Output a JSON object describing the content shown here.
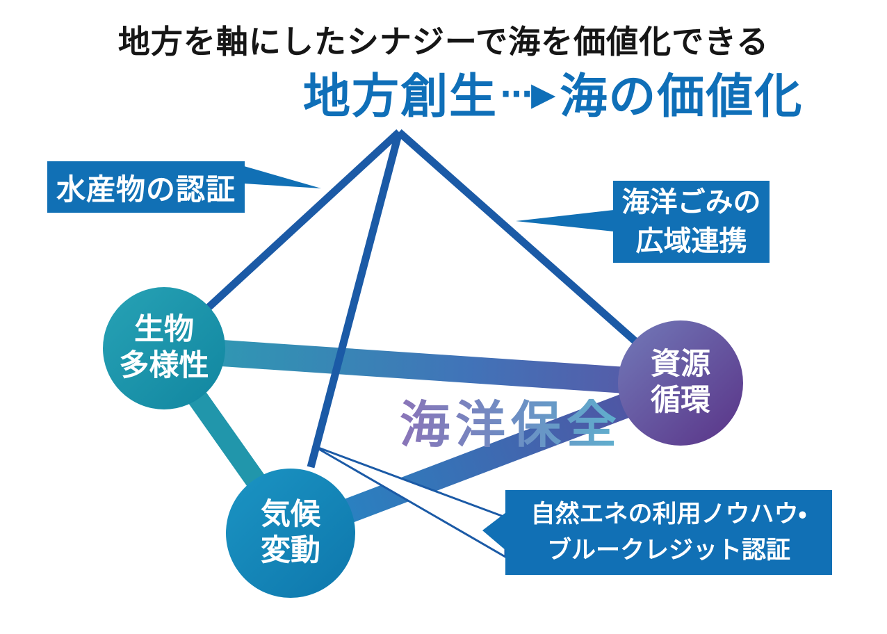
{
  "title": "地方を軸にしたシナジーで海を価値化できる",
  "heading": {
    "left": "地方創生",
    "arrow": "⋯▶",
    "right": "海の価値化"
  },
  "center_label": "海洋保全",
  "nodes": {
    "biodiversity": {
      "line1": "生物",
      "line2": "多様性"
    },
    "climate": {
      "line1": "気候",
      "line2": "変動"
    },
    "resource": {
      "line1": "資源",
      "line2": "循環"
    }
  },
  "callouts": {
    "seafood_certification": {
      "label": "水産物の認証"
    },
    "marine_debris": {
      "line1": "海洋ごみの",
      "line2": "広域連携"
    },
    "natural_energy": {
      "line1": "自然エネの利用ノウハウ・",
      "line2": "ブルークレジット認証"
    }
  },
  "colors": {
    "heading_blue": "#0f6fb8",
    "connector_dark_blue": "#1b5aa6",
    "callout_blue": "#1170b5",
    "biodiversity_teal": "#1e95ab",
    "climate_blue": "#1787b8",
    "resource_purple_start": "#727ab9",
    "resource_purple_end": "#5c3a8c",
    "band_teal": "#2196ab"
  }
}
